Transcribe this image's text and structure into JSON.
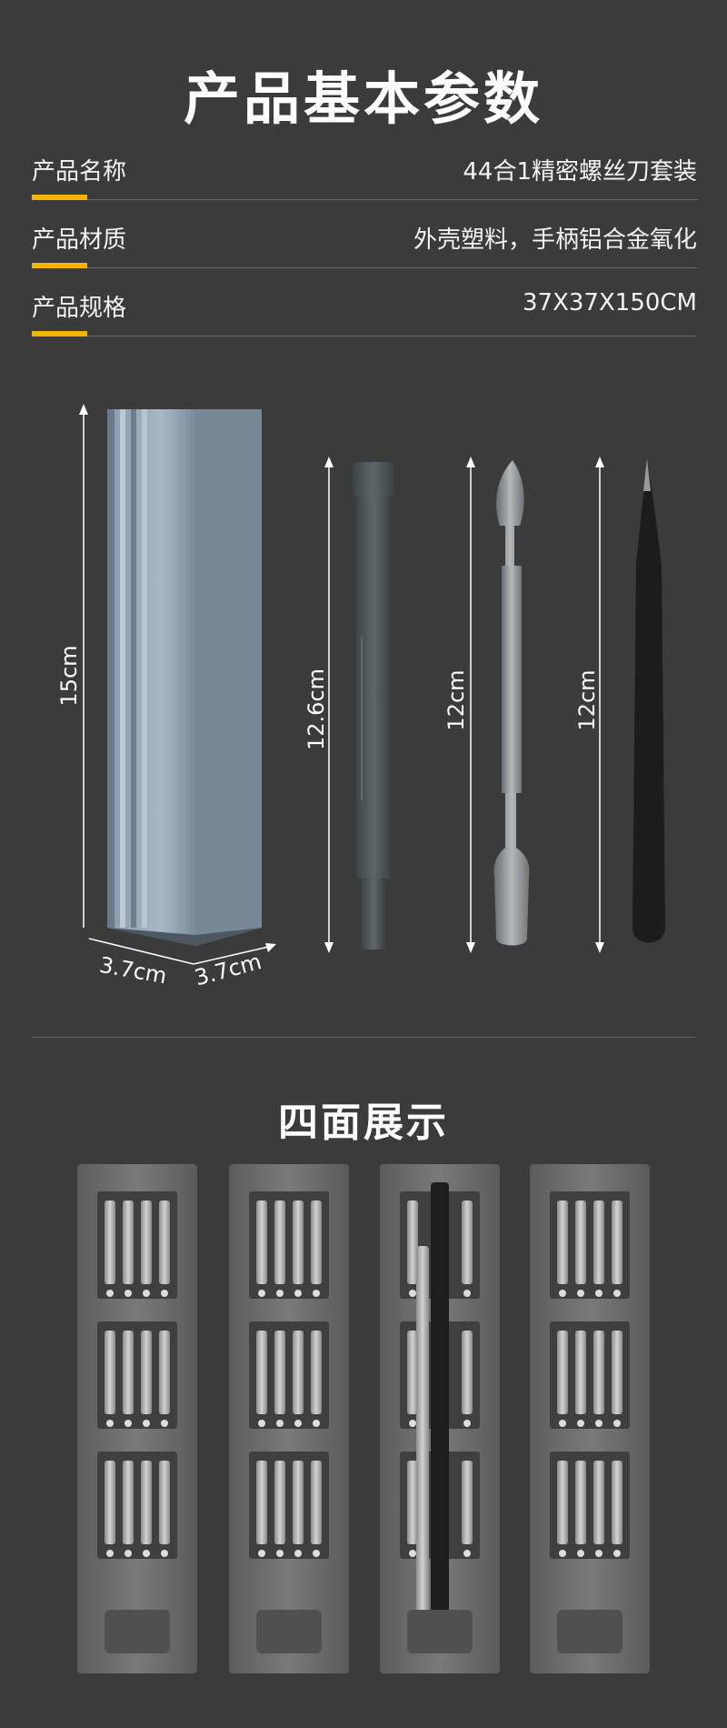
{
  "title": "产品基本参数",
  "specs": [
    {
      "label": "产品名称",
      "value": "44合1精密螺丝刀套装"
    },
    {
      "label": "产品材质",
      "value": "外壳塑料，手柄铝合金氧化"
    },
    {
      "label": "产品规格",
      "value": "37X37X150CM"
    }
  ],
  "dimensions": {
    "case_height": "15cm",
    "case_width_a": "3.7cm",
    "case_width_b": "3.7cm",
    "driver_length": "12.6cm",
    "spudger_length": "12cm",
    "tweezers_length": "12cm"
  },
  "section2_title": "四面展示",
  "colors": {
    "background": "#3b3b3b",
    "accent": "#f5b400"
  }
}
